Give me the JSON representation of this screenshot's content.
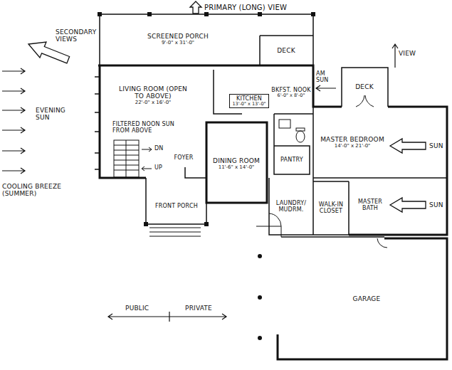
{
  "diagram": {
    "nodes": [
      {
        "text": [
          "SCREENED PORCH",
          "9'-0\" x 31'-0\""
        ]
      },
      {
        "text": [
          "DECK"
        ]
      },
      {
        "text": [
          "LIVING ROOM (OPEN TO ABOVE)",
          "22'-0\" x 16'-0\""
        ]
      },
      {
        "text": [
          "KITCHEN",
          "13'-0\" x 13'-0\""
        ]
      },
      {
        "text": [
          "BKFST. NOOK",
          "6'-0\" x 8'-0\""
        ]
      },
      {
        "text": [
          "DECK"
        ]
      },
      {
        "text": [
          "MASTER BEDROOM",
          "14'-0\" x 21'-0\""
        ]
      },
      {
        "text": [
          "FOYER"
        ]
      },
      {
        "text": [
          "DINING ROOM",
          "11'-6\" x 14'-0\""
        ]
      },
      {
        "text": [
          "PANTRY"
        ]
      },
      {
        "text": [
          "LAUNDRY/ MUDRM."
        ]
      },
      {
        "text": [
          "WALK-IN CLOSET"
        ]
      },
      {
        "text": [
          "MASTER BATH"
        ]
      },
      {
        "text": [
          "FRONT PORCH"
        ]
      },
      {
        "text": [
          "GARAGE"
        ]
      }
    ],
    "labels": [
      "PRIMARY (LONG) VIEW",
      "SECONDARY VIEWS",
      "EVENING SUN",
      "COOLING BREEZE (SUMMER)",
      "FILTERED NOON SUN FROM ABOVE",
      "DN",
      "UP",
      "AM SUN",
      "VIEW",
      "SUN",
      "SUN",
      "PUBLIC",
      "PRIVATE"
    ]
  }
}
